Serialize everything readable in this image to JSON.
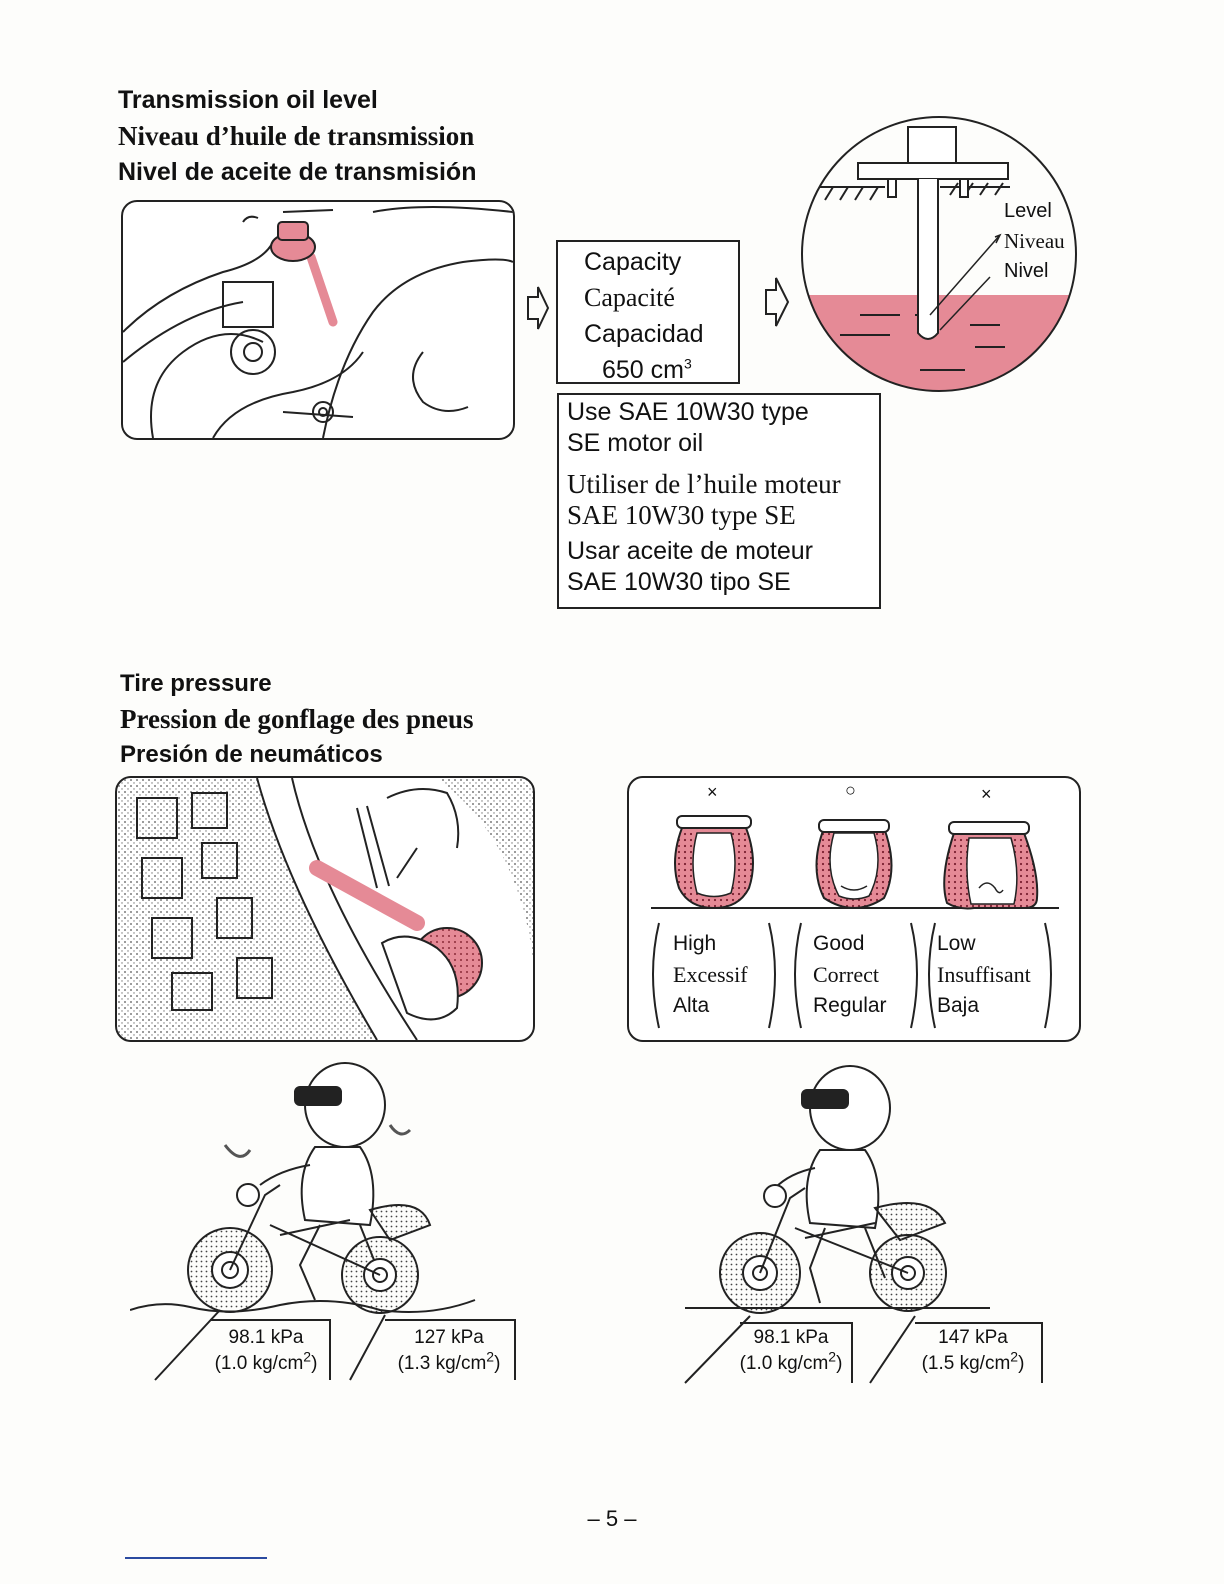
{
  "transmission": {
    "title_en": "Transmission oil level",
    "title_fr": "Niveau d’huile de transmission",
    "title_es": "Nivel de aceite de transmisión",
    "capacity": {
      "label_en": "Capacity",
      "label_fr": "Capacité",
      "label_es": "Capacidad",
      "value": "650 cm",
      "value_sup": "3"
    },
    "oil": {
      "en_1": "Use SAE 10W30 type",
      "en_2": "SE motor oil",
      "fr_1": "Utiliser de l’huile moteur",
      "fr_2": "SAE 10W30 type SE",
      "es_1": "Usar aceite de moteur",
      "es_2": "SAE 10W30 tipo SE"
    },
    "level_labels": [
      "Level",
      "Niveau",
      "Nivel"
    ]
  },
  "tire": {
    "title_en": "Tire pressure",
    "title_fr": "Pression de gonflage des pneus",
    "title_es": "Presión de neumáticos",
    "conditions": [
      {
        "mark": "×",
        "en": "High",
        "fr": "Excessif",
        "es": "Alta"
      },
      {
        "mark": "○",
        "en": "Good",
        "fr": "Correct",
        "es": "Regular"
      },
      {
        "mark": "×",
        "en": "Low",
        "fr": "Insuffisant",
        "es": "Baja"
      }
    ],
    "pressures": {
      "left_front_kpa": "98.1 kPa",
      "left_front_kg": "(1.0 kg/cm",
      "left_rear_kpa": "127 kPa",
      "left_rear_kg": "(1.3 kg/cm",
      "right_front_kpa": "98.1 kPa",
      "right_front_kg": "(1.0 kg/cm",
      "right_rear_kpa": "147 kPa",
      "right_rear_kg": "(1.5 kg/cm",
      "sup": "2",
      "close": ")"
    }
  },
  "colors": {
    "accent_pink": "#e58a96",
    "ink": "#111111"
  },
  "page_number": "– 5 –"
}
